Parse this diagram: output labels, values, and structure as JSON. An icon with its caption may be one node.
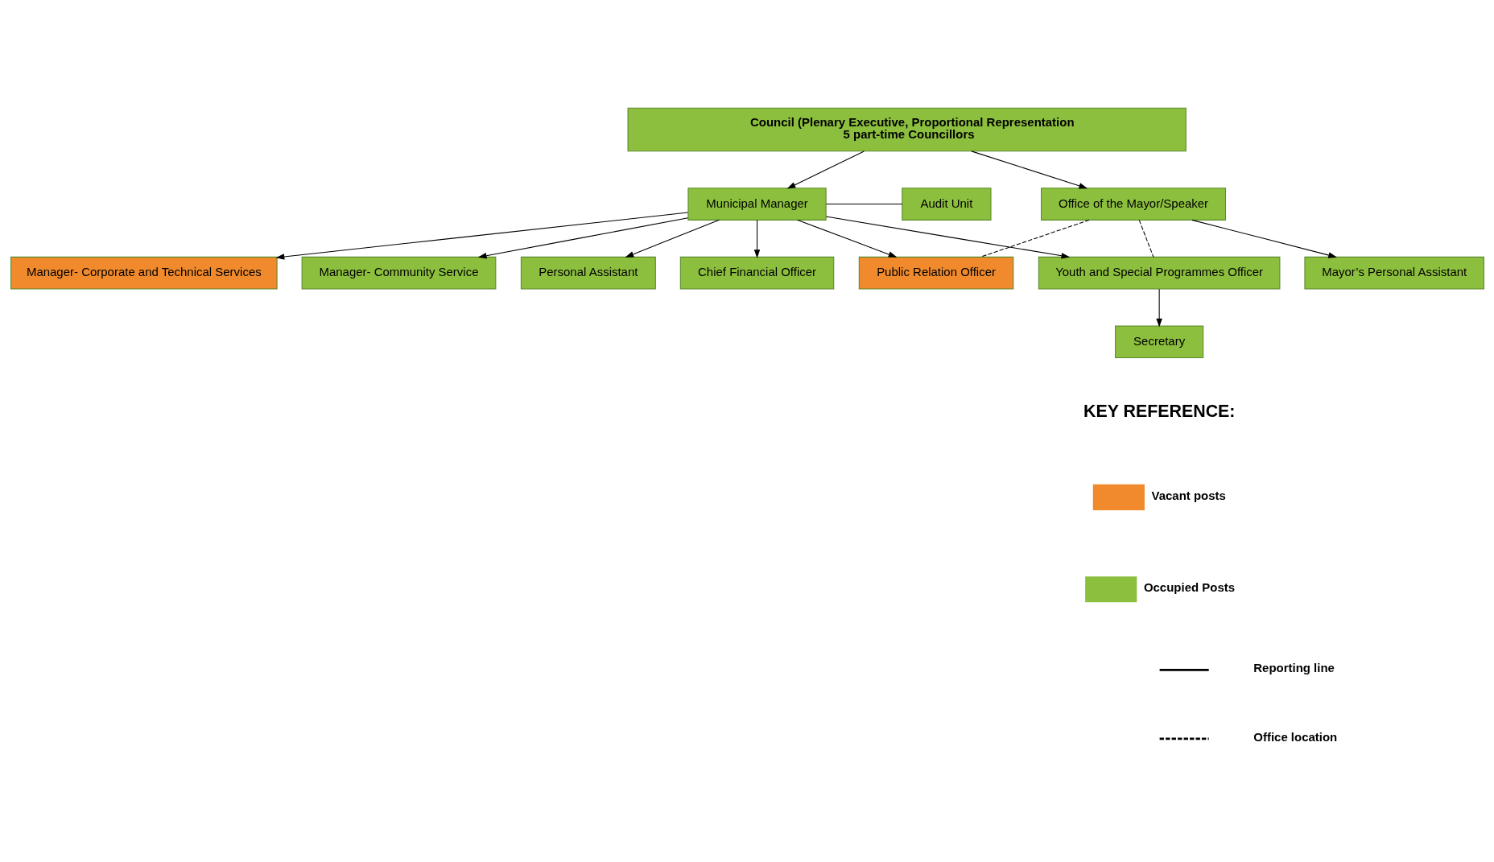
{
  "diagram": {
    "nodes": [
      {
        "text": [
          "Council (Plenary Executive, Proportional Representation",
          "5 part-time Councillors"
        ]
      },
      {
        "text": [
          "Audit Unit"
        ]
      },
      {
        "text": [
          "Municipal Manager"
        ]
      },
      {
        "text": [
          "Office of the Mayor/Speaker"
        ]
      },
      {
        "text": [
          "Personal Assistant"
        ]
      },
      {
        "text": [
          "Public Relation Officer"
        ]
      },
      {
        "text": [
          "Mayor’s Personal Assistant"
        ]
      },
      {
        "text": [
          "Chief Financial Officer"
        ]
      },
      {
        "text": [
          "Manager- Corporate and Technical Services"
        ]
      },
      {
        "text": [
          "Manager- Community Service"
        ]
      },
      {
        "text": [
          "Youth and Special Programmes Officer"
        ]
      },
      {
        "text": [
          "Secretary"
        ]
      }
    ],
    "edges": [
      {
        "from": 0,
        "to": 2,
        "arrow": "to"
      },
      {
        "from": 0,
        "to": 3,
        "arrow": "to"
      },
      {
        "from": 1,
        "to": 2,
        "arrow": "none"
      },
      {
        "from": 2,
        "to": 4,
        "arrow": "to"
      },
      {
        "from": 2,
        "to": 5,
        "arrow": "to"
      },
      {
        "from": 2,
        "to": 10,
        "arrow": "to"
      },
      {
        "from": 2,
        "to": 7,
        "arrow": "to"
      },
      {
        "from": 2,
        "to": 8,
        "arrow": "to"
      },
      {
        "from": 2,
        "to": 9,
        "arrow": "to"
      },
      {
        "from": 3,
        "to": 5,
        "arrow": "none",
        "style": "dashed"
      },
      {
        "from": 3,
        "to": 10,
        "arrow": "none",
        "style": "dashed"
      },
      {
        "from": 3,
        "to": 6,
        "arrow": "to"
      },
      {
        "from": 10,
        "to": 11,
        "arrow": "to"
      }
    ],
    "labels": [
      "KEY REFERENCE:"
    ],
    "legend": [
      {
        "text": "Vacant posts",
        "color": "#f08a2c"
      },
      {
        "text": "Occupied Posts",
        "color": "#8dbf3e"
      },
      {
        "text": "Reporting line"
      },
      {
        "text": "Office location"
      }
    ]
  }
}
